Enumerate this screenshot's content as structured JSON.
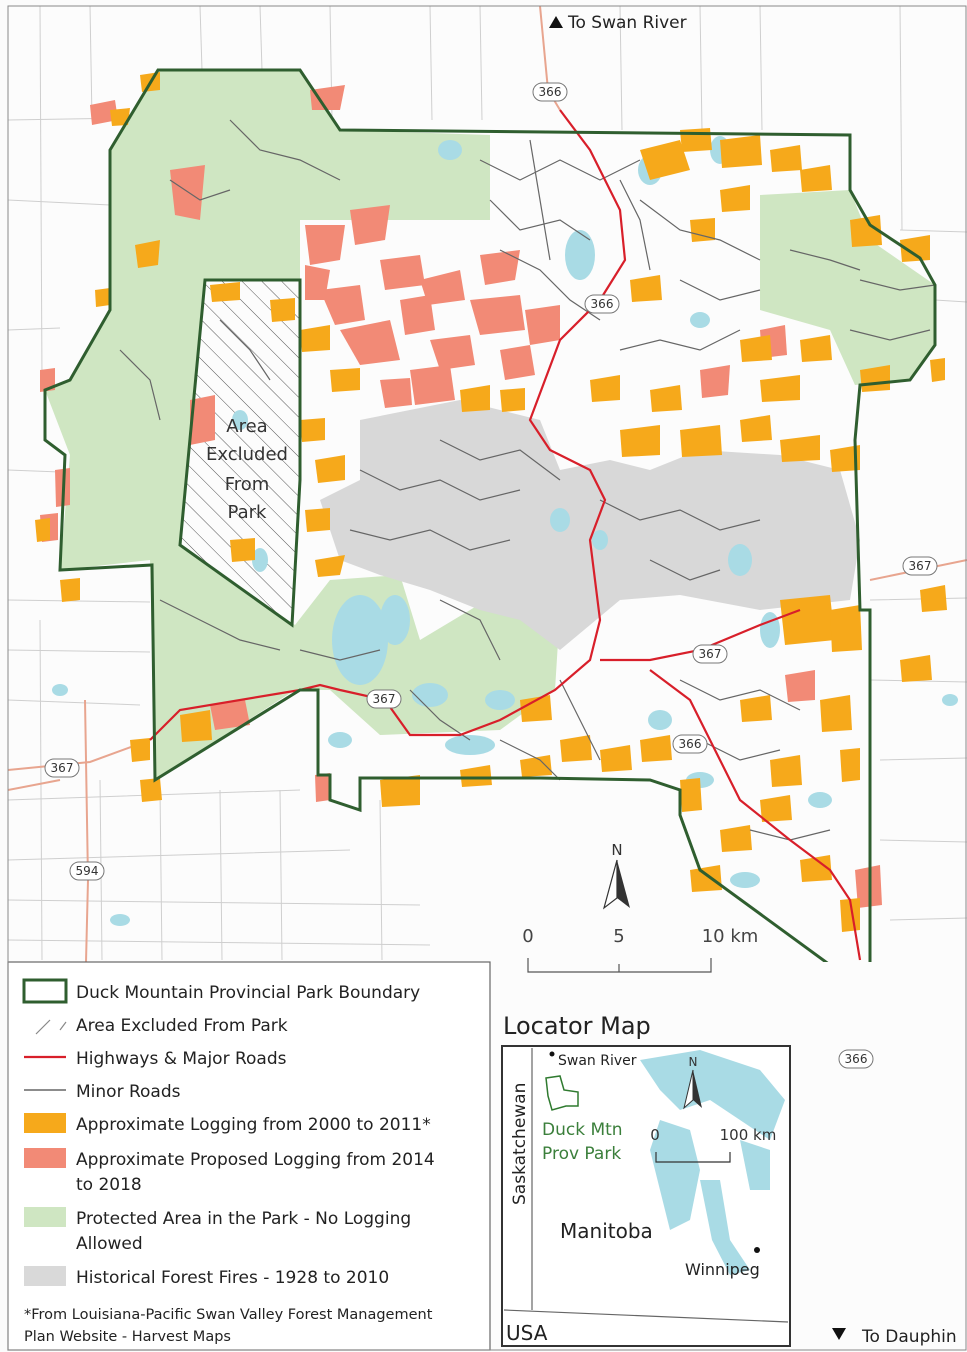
{
  "map": {
    "directions": {
      "north": "To Swan River",
      "south": "To Dauphin"
    },
    "excluded_area_label": [
      "Area",
      "Excluded",
      "From",
      "Park"
    ],
    "highway_shields": [
      "366",
      "366",
      "366",
      "366",
      "367",
      "367",
      "367",
      "367",
      "594"
    ],
    "scale_bar": {
      "north_label": "N",
      "labels": [
        "0",
        "5",
        "10 km"
      ]
    },
    "colors": {
      "park_boundary": "#2f5e2f",
      "highway": "#d81f2a",
      "minor_road": "#6b6b6b",
      "logging_2000_2011": "#f6a91b",
      "proposed_logging": "#f28a76",
      "protected_area": "#cfe6c2",
      "forest_fires": "#d9d9d9",
      "water": "#a9dbe5"
    }
  },
  "legend": {
    "items": [
      {
        "key": "boundary",
        "label": [
          "Duck Mountain Provincial Park Boundary"
        ]
      },
      {
        "key": "excluded",
        "label": [
          "Area Excluded From Park"
        ]
      },
      {
        "key": "highway",
        "label": [
          "Highways & Major Roads"
        ]
      },
      {
        "key": "minor",
        "label": [
          "Minor Roads"
        ]
      },
      {
        "key": "logging",
        "label": [
          "Approximate Logging from 2000 to 2011*"
        ]
      },
      {
        "key": "proposed",
        "label": [
          "Approximate Proposed Logging from 2014",
          "to 2018"
        ]
      },
      {
        "key": "protected",
        "label": [
          "Protected Area in the Park - No Logging",
          "Allowed"
        ]
      },
      {
        "key": "fires",
        "label": [
          "Historical Forest Fires - 1928 to 2010"
        ]
      }
    ],
    "footnote": [
      "*From Louisiana-Pacific Swan Valley Forest Management",
      "Plan Website - Harvest Maps"
    ]
  },
  "locator_map": {
    "title": "Locator Map",
    "labels": {
      "swan_river": "Swan River",
      "park": [
        "Duck Mtn",
        "Prov Park"
      ],
      "province_west": "Saskatchewan",
      "province": "Manitoba",
      "city": "Winnipeg",
      "country": "USA"
    },
    "north_label": "N",
    "scale_labels": [
      "0",
      "100 km"
    ]
  }
}
